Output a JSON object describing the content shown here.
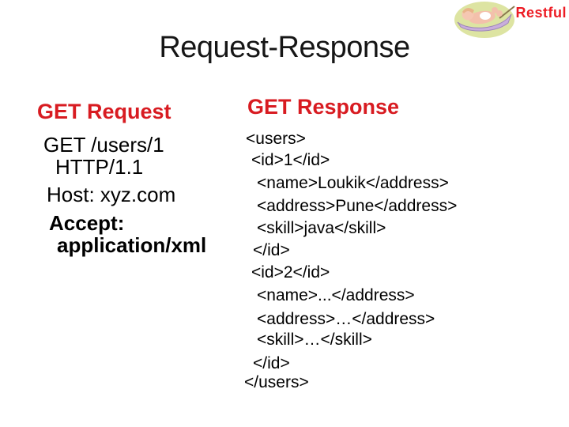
{
  "slide": {
    "badge": {
      "label": "Restful"
    },
    "title": "Request-Response",
    "clipart_icon": "hammock-person-icon",
    "request": {
      "heading": "GET Request",
      "lines": [
        "GET /users/1",
        "HTTP/1.1",
        "Host: xyz.com",
        "Accept:",
        "application/xml"
      ]
    },
    "response": {
      "heading": "GET Response",
      "lines": [
        "<users>",
        "<id>1</id>",
        "<name>Loukik</address>",
        "<address>Pune</address>",
        "<skill>java</skill>",
        "</id>",
        "<id>2</id>",
        "<name>...</address>",
        "<address>…</address>",
        "<skill>…</skill>",
        "</id>",
        "</users>"
      ]
    }
  },
  "colors": {
    "heading_red": "#d81b21",
    "badge_red": "#ed1c24",
    "body_text": "#000000",
    "title_text": "#161616",
    "background": "#ffffff",
    "clipart_background": "#dde4a2",
    "clipart_hammock": "#c9addc",
    "clipart_skin": "#f3c0ab"
  }
}
